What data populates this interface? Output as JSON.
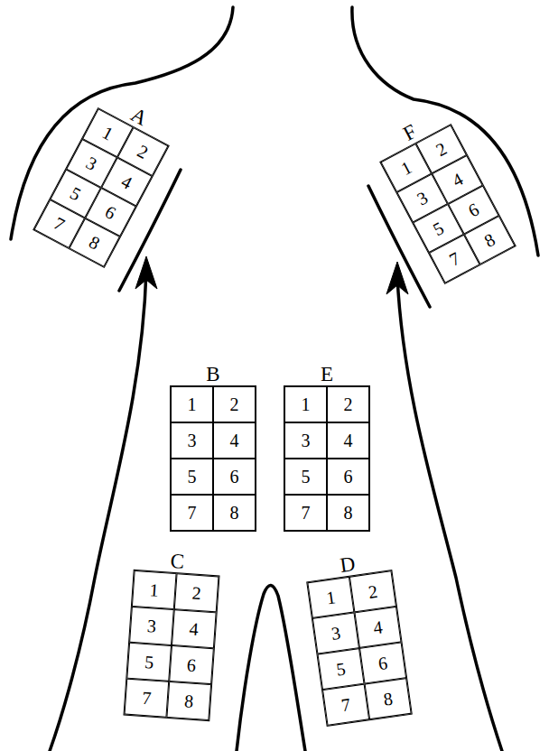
{
  "diagram": {
    "nodes": [
      {
        "text": [
          "A"
        ]
      },
      {
        "text": [
          "1"
        ],
        "in": 0
      },
      {
        "text": [
          "2"
        ],
        "in": 0
      },
      {
        "text": [
          "3"
        ],
        "in": 0
      },
      {
        "text": [
          "4"
        ],
        "in": 0
      },
      {
        "text": [
          "5"
        ],
        "in": 0
      },
      {
        "text": [
          "6"
        ],
        "in": 0
      },
      {
        "text": [
          "7"
        ],
        "in": 0
      },
      {
        "text": [
          "8"
        ],
        "in": 0
      },
      {
        "text": [
          "F"
        ]
      },
      {
        "text": [
          "1"
        ],
        "in": 9
      },
      {
        "text": [
          "2"
        ],
        "in": 9
      },
      {
        "text": [
          "3"
        ],
        "in": 9
      },
      {
        "text": [
          "4"
        ],
        "in": 9
      },
      {
        "text": [
          "5"
        ],
        "in": 9
      },
      {
        "text": [
          "6"
        ],
        "in": 9
      },
      {
        "text": [
          "7"
        ],
        "in": 9
      },
      {
        "text": [
          "8"
        ],
        "in": 9
      },
      {
        "text": [
          "B"
        ]
      },
      {
        "text": [
          "1"
        ],
        "in": 18
      },
      {
        "text": [
          "2"
        ],
        "in": 18
      },
      {
        "text": [
          "3"
        ],
        "in": 18
      },
      {
        "text": [
          "4"
        ],
        "in": 18
      },
      {
        "text": [
          "5"
        ],
        "in": 18
      },
      {
        "text": [
          "6"
        ],
        "in": 18
      },
      {
        "text": [
          "7"
        ],
        "in": 18
      },
      {
        "text": [
          "8"
        ],
        "in": 18
      },
      {
        "text": [
          "E"
        ]
      },
      {
        "text": [
          "1"
        ],
        "in": 27
      },
      {
        "text": [
          "2"
        ],
        "in": 27
      },
      {
        "text": [
          "3"
        ],
        "in": 27
      },
      {
        "text": [
          "4"
        ],
        "in": 27
      },
      {
        "text": [
          "5"
        ],
        "in": 27
      },
      {
        "text": [
          "6"
        ],
        "in": 27
      },
      {
        "text": [
          "7"
        ],
        "in": 27
      },
      {
        "text": [
          "8"
        ],
        "in": 27
      },
      {
        "text": [
          "C"
        ]
      },
      {
        "text": [
          "1"
        ],
        "in": 36
      },
      {
        "text": [
          "2"
        ],
        "in": 36
      },
      {
        "text": [
          "3"
        ],
        "in": 36
      },
      {
        "text": [
          "4"
        ],
        "in": 36
      },
      {
        "text": [
          "5"
        ],
        "in": 36
      },
      {
        "text": [
          "6"
        ],
        "in": 36
      },
      {
        "text": [
          "7"
        ],
        "in": 36
      },
      {
        "text": [
          "8"
        ],
        "in": 36
      },
      {
        "text": [
          "D"
        ]
      },
      {
        "text": [
          "1"
        ],
        "in": 45
      },
      {
        "text": [
          "2"
        ],
        "in": 45
      },
      {
        "text": [
          "3"
        ],
        "in": 45
      },
      {
        "text": [
          "4"
        ],
        "in": 45
      },
      {
        "text": [
          "5"
        ],
        "in": 45
      },
      {
        "text": [
          "6"
        ],
        "in": 45
      },
      {
        "text": [
          "7"
        ],
        "in": 45
      },
      {
        "text": [
          "8"
        ],
        "in": 45
      }
    ]
  }
}
